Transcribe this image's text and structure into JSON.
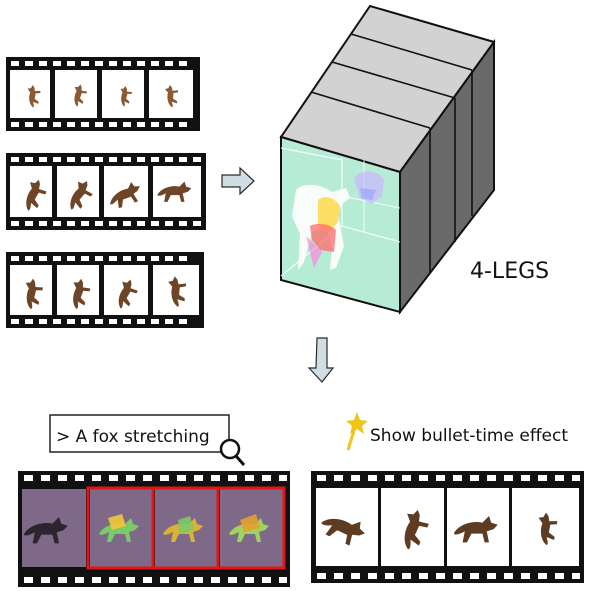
{
  "model": {
    "label": "4-LEGS"
  },
  "query": {
    "text": "> A fox stretching"
  },
  "effect": {
    "label": "Show bullet-time effect"
  },
  "colors": {
    "film": "#111111",
    "cube_top": "#d2d2d2",
    "cube_side": "#6a6a6a",
    "cube_front": "#b6ecd6",
    "query_frame": "#7e6a88",
    "selection": "#e01515",
    "arrow": "#d0dde5"
  },
  "icons": [
    "magnifier-icon",
    "magic-wand-icon",
    "fox-silhouette-icon",
    "right-arrow-icon",
    "down-arrow-icon"
  ]
}
